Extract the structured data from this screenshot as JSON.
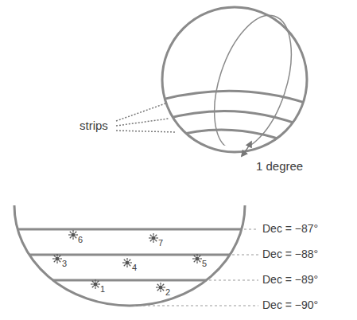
{
  "diagram": {
    "labels": [
      "strips",
      "1 degree",
      "6",
      "7",
      "3",
      "4",
      "5",
      "1",
      "2",
      "Dec = −87°",
      "Dec = −88°",
      "Dec = −89°",
      "Dec = −90°"
    ]
  }
}
